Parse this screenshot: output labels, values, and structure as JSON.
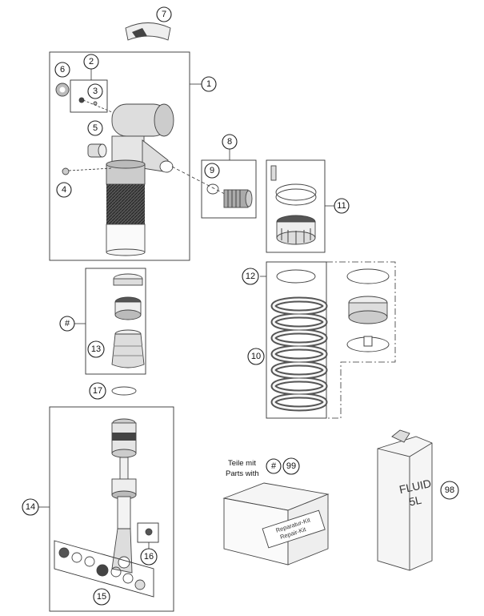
{
  "callouts": {
    "c1": "1",
    "c2": "2",
    "c3": "3",
    "c4": "4",
    "c5": "5",
    "c6": "6",
    "c7": "7",
    "c8": "8",
    "c9": "9",
    "c10": "10",
    "c11": "11",
    "c12": "12",
    "c13": "13",
    "c14": "14",
    "c15": "15",
    "c16": "16",
    "c17": "17",
    "c98": "98",
    "c99": "99",
    "hash1": "#",
    "hash2": "#"
  },
  "parts_note": {
    "line1": "Teile mit",
    "line2": "Parts with"
  },
  "kit_box": {
    "label1": "Reparatur-Kit",
    "label2": "Repair-Kit"
  },
  "fluid_can": {
    "line1": "FLUID",
    "line2": "5L"
  }
}
